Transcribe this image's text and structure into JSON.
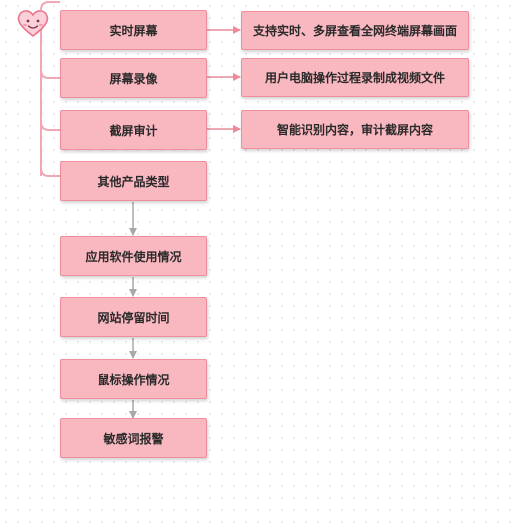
{
  "diagram": {
    "features": [
      {
        "label": "实时屏幕",
        "detail": "支持实时、多屏查看全网终端屏幕画面"
      },
      {
        "label": "屏幕录像",
        "detail": "用户电脑操作过程录制成视频文件"
      },
      {
        "label": "截屏审计",
        "detail": "智能识别内容，审计截屏内容"
      },
      {
        "label": "其他产品类型"
      }
    ],
    "sub_items": [
      {
        "label": "应用软件使用情况"
      },
      {
        "label": "网站停留时间"
      },
      {
        "label": "鼠标操作情况"
      },
      {
        "label": "敏感词报警"
      }
    ],
    "colors": {
      "node_fill": "#f9b7c0",
      "node_border": "#ee8e9e",
      "trunk_line": "#f1a8b4",
      "arrow_pink": "#ec8a9c",
      "arrow_gray": "#a8a8a8"
    },
    "root_icon": "heart-smiley-icon"
  }
}
